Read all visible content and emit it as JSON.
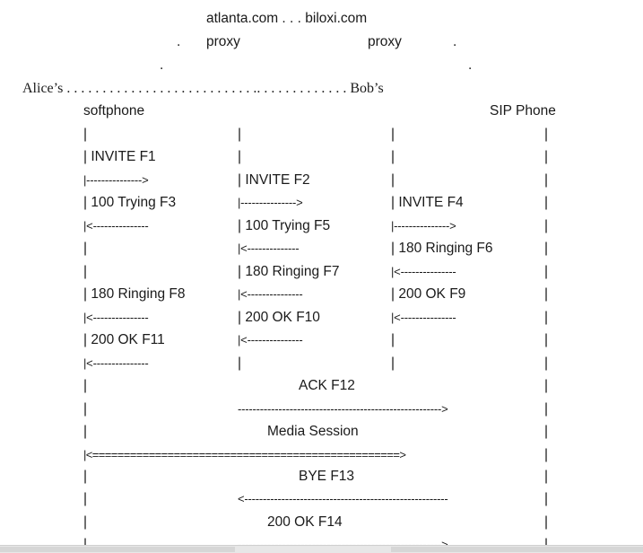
{
  "header": {
    "domains": "atlanta.com . . . biloxi.com",
    "proxy_left_dot": ".",
    "proxy_left": "proxy",
    "proxy_right": "proxy",
    "proxy_right_dot": ".",
    "dot_left": ".",
    "dot_right": ".",
    "dotted_line": "Alice’s . . . . . . . . . . . . . . . . . . . . . . . . . . .. . . . . . . . . . . . . Bob’s",
    "left_endpoint": "softphone",
    "right_endpoint": "SIP Phone"
  },
  "lifeline_glyph": "|",
  "messages": {
    "f1": "| INVITE F1",
    "f1_arrow": "|--------------->",
    "f2": "| INVITE F2",
    "f2_arrow": "|--------------->",
    "f3": "| 100 Trying F3",
    "f3_arrow": "|<---------------",
    "f4": "| INVITE F4",
    "f4_arrow": "|--------------->",
    "f5": "| 100 Trying F5",
    "f5_arrow": "|<--------------",
    "f6": "| 180 Ringing F6",
    "f6_arrow": "|<---------------",
    "f7": "| 180 Ringing F7",
    "f7_arrow": "|<---------------",
    "f8": "| 180 Ringing F8",
    "f8_arrow": "|<---------------",
    "f9": "| 200 OK F9",
    "f9_arrow": "|<---------------",
    "f10": "| 200 OK F10",
    "f10_arrow": "|<---------------",
    "f11": "| 200 OK F11",
    "f11_arrow": "|<---------------",
    "ack": "ACK F12",
    "ack_arrow": "------------------------------------------------------->",
    "media": "Media Session",
    "media_arrow": "|<=================================================>",
    "bye": "BYE F13",
    "bye_arrow": "<-------------------------------------------------------",
    "ok14": "200 OK F14",
    "ok14_arrow": "------------------------------------------------------->"
  }
}
